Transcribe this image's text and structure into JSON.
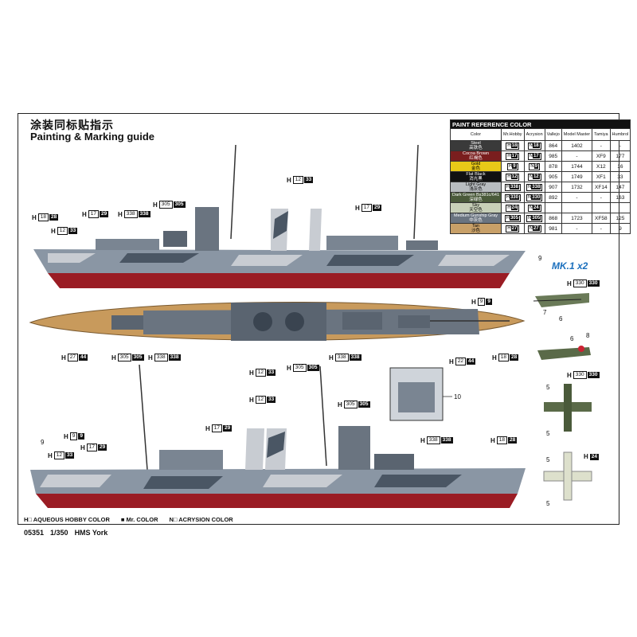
{
  "title_cn": "涂装同标贴指示",
  "title_en": "Painting & Marking guide",
  "paint_table": {
    "heading": "PAINT  REFERENCE COLOR",
    "columns": [
      "Color",
      "Mr.Hobby",
      "Acrysion",
      "Vallejo",
      "Model Master",
      "Tamiya",
      "Humbrol"
    ],
    "rows": [
      {
        "name": "Steel",
        "name_cn": "高铁色",
        "swatch": "#3a3a3a",
        "text": "#ffffff",
        "h": "18",
        "n": "18",
        "vallejo": "864",
        "mm": "1402",
        "tamiya": "-",
        "humbrol": "-"
      },
      {
        "name": "Cocoa Brown",
        "name_cn": "红褐色",
        "swatch": "#7a1e1e",
        "text": "#ffffff",
        "h": "17",
        "n": "17",
        "vallejo": "985",
        "mm": "-",
        "tamiya": "XF9",
        "humbrol": "177"
      },
      {
        "name": "Gold",
        "name_cn": "金色",
        "swatch": "#e8c818",
        "text": "#000000",
        "h": "9",
        "n": "9",
        "vallejo": "878",
        "mm": "1744",
        "tamiya": "X12",
        "humbrol": "16"
      },
      {
        "name": "Flat Black",
        "name_cn": "消光黑",
        "swatch": "#111111",
        "text": "#ffffff",
        "h": "12",
        "n": "12",
        "vallejo": "905",
        "mm": "1749",
        "tamiya": "XF1",
        "humbrol": "33"
      },
      {
        "name": "Light Gray",
        "name_cn": "浅灰色",
        "swatch": "#b8bcc0",
        "text": "#000000",
        "h": "338",
        "n": "338",
        "vallejo": "907",
        "mm": "1732",
        "tamiya": "XF14",
        "humbrol": "147"
      },
      {
        "name": "Dark Green Bs381c/641",
        "name_cn": "深绿色",
        "swatch": "#4a5a3a",
        "text": "#ffffff",
        "h": "330",
        "n": "330",
        "vallejo": "892",
        "mm": "-",
        "tamiya": "-",
        "humbrol": "163"
      },
      {
        "name": "Sky",
        "name_cn": "天空色",
        "swatch": "#c8d0b8",
        "text": "#000000",
        "h": "24",
        "n": "24",
        "vallejo": "",
        "mm": "",
        "tamiya": "",
        "humbrol": ""
      },
      {
        "name": "Medium Gunship Gray",
        "name_cn": "中灰色",
        "swatch": "#6a7480",
        "text": "#ffffff",
        "h": "305",
        "n": "305",
        "vallejo": "868",
        "mm": "1723",
        "tamiya": "XF58",
        "humbrol": "125"
      },
      {
        "name": "Tan",
        "name_cn": "沙色",
        "swatch": "#c8a068",
        "text": "#000000",
        "h": "27",
        "n": "27",
        "vallejo": "981",
        "mm": "-",
        "tamiya": "-",
        "humbrol": "9"
      }
    ]
  },
  "callouts": [
    {
      "id": "c1",
      "h": "H",
      "a": "18",
      "b": "28"
    },
    {
      "id": "c2",
      "h": "H",
      "a": "12",
      "b": "33"
    },
    {
      "id": "c3",
      "h": "H",
      "a": "17",
      "b": "29"
    },
    {
      "id": "c4",
      "h": "H",
      "a": "338",
      "b": "338"
    },
    {
      "id": "c5",
      "h": "H",
      "a": "305",
      "b": "305"
    },
    {
      "id": "c6",
      "h": "H",
      "a": "12",
      "b": "33"
    },
    {
      "id": "c7",
      "h": "H",
      "a": "17",
      "b": "29"
    },
    {
      "id": "c8",
      "h": "H",
      "a": "9",
      "b": "9"
    },
    {
      "id": "c9",
      "h": "H",
      "a": "27",
      "b": "44"
    },
    {
      "id": "c10",
      "h": "H",
      "a": "305",
      "b": "305"
    },
    {
      "id": "c11",
      "h": "H",
      "a": "338",
      "b": "338"
    },
    {
      "id": "c12",
      "h": "H",
      "a": "12",
      "b": "33"
    },
    {
      "id": "c13",
      "h": "H",
      "a": "305",
      "b": "305"
    },
    {
      "id": "c14",
      "h": "H",
      "a": "338",
      "b": "338"
    },
    {
      "id": "c15",
      "h": "H",
      "a": "22",
      "b": "44"
    },
    {
      "id": "c16",
      "h": "H",
      "a": "18",
      "b": "28"
    },
    {
      "id": "c17",
      "h": "H",
      "a": "12",
      "b": "33"
    },
    {
      "id": "c18",
      "h": "H",
      "a": "305",
      "b": "305"
    },
    {
      "id": "c19",
      "h": "H",
      "a": "17",
      "b": "29"
    },
    {
      "id": "c20",
      "h": "H",
      "a": "9",
      "b": "9"
    },
    {
      "id": "c21",
      "h": "H",
      "a": "12",
      "b": "33"
    },
    {
      "id": "c22",
      "h": "H",
      "a": "17",
      "b": "29"
    },
    {
      "id": "c23",
      "h": "H",
      "a": "338",
      "b": "338"
    },
    {
      "id": "c24",
      "h": "H",
      "a": "18",
      "b": "28"
    },
    {
      "id": "c25",
      "h": "H",
      "a": "330",
      "b": "330"
    },
    {
      "id": "c26",
      "h": "H",
      "a": "330",
      "b": "330"
    },
    {
      "id": "c27",
      "h": "H",
      "a": "",
      "b": "24"
    }
  ],
  "numbers": {
    "n9a": "9",
    "n7": "7",
    "n6": "6",
    "n8": "8",
    "n6b": "6",
    "n5a": "5",
    "n5b": "5",
    "n5c": "5",
    "n5d": "5",
    "n10": "10",
    "n9b": "9"
  },
  "mk_label": "MK.1 x2",
  "legend": [
    "H□ AQUEOUS HOBBY COLOR",
    "■ Mr. COLOR",
    "N□ ACRYSION COLOR"
  ],
  "footer": {
    "code": "05351",
    "scale": "1/350",
    "name": "HMS York"
  },
  "colors": {
    "hull_red": "#9a1c24",
    "hull_gray": "#8a96a4",
    "dazzle_light": "#c8ccd2",
    "dazzle_dark": "#4a5664",
    "deck_tan": "#c89a5c"
  }
}
